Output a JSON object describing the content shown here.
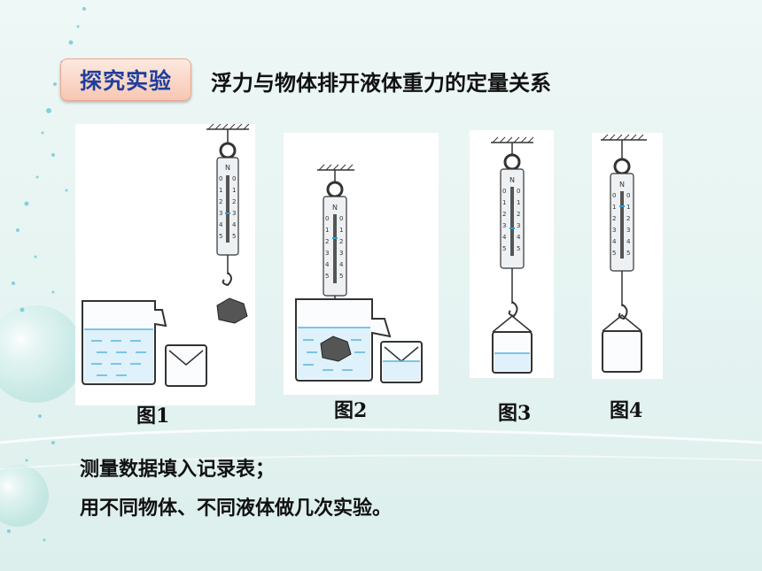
{
  "badge": "探究实验",
  "title": "浮力与物体排开液体重力的定量关系",
  "scale_unit": "N",
  "scale_ticks": [
    "0",
    "1",
    "2",
    "3",
    "4",
    "5"
  ],
  "figures": [
    {
      "caption": "图1"
    },
    {
      "caption": "图2"
    },
    {
      "caption": "图3"
    },
    {
      "caption": "图4"
    }
  ],
  "lines": [
    "测量数据填入记录表；",
    "用不同物体、不同液体做几次实验。"
  ],
  "colors": {
    "water": "#5ab4e0",
    "outline": "#333333",
    "badge_text": "#1f3f9c",
    "scale_indicator": "#2a9fd6"
  }
}
